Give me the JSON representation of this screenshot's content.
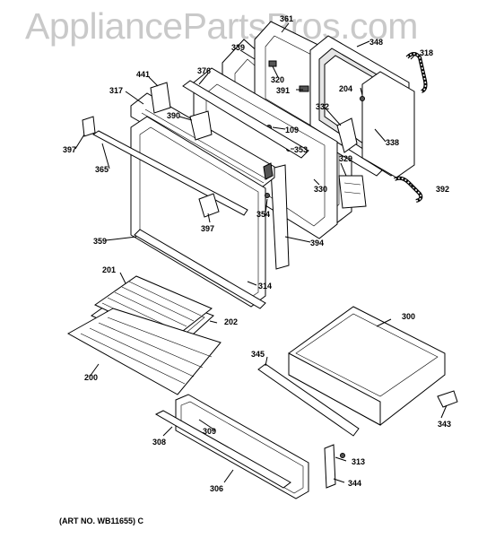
{
  "watermark": "AppliancePartsPros.com",
  "art_number": "(ART NO. WB11655) C",
  "callouts": {
    "c361": "361",
    "c348": "348",
    "c318": "318",
    "c339": "339",
    "c320": "320",
    "c441": "441",
    "c376": "376",
    "c391": "391",
    "c204": "204",
    "c317": "317",
    "c390": "390",
    "c332": "332",
    "c109": "109",
    "c353": "353",
    "c338": "338",
    "c397a": "397",
    "c329": "329",
    "c365": "365",
    "c330": "330",
    "c392": "392",
    "c354": "354",
    "c397b": "397",
    "c394": "394",
    "c359": "359",
    "c201": "201",
    "c314": "314",
    "c300": "300",
    "c202": "202",
    "c345": "345",
    "c200": "200",
    "c343": "343",
    "c309": "309",
    "c308": "308",
    "c313": "313",
    "c344": "344",
    "c306": "306"
  }
}
